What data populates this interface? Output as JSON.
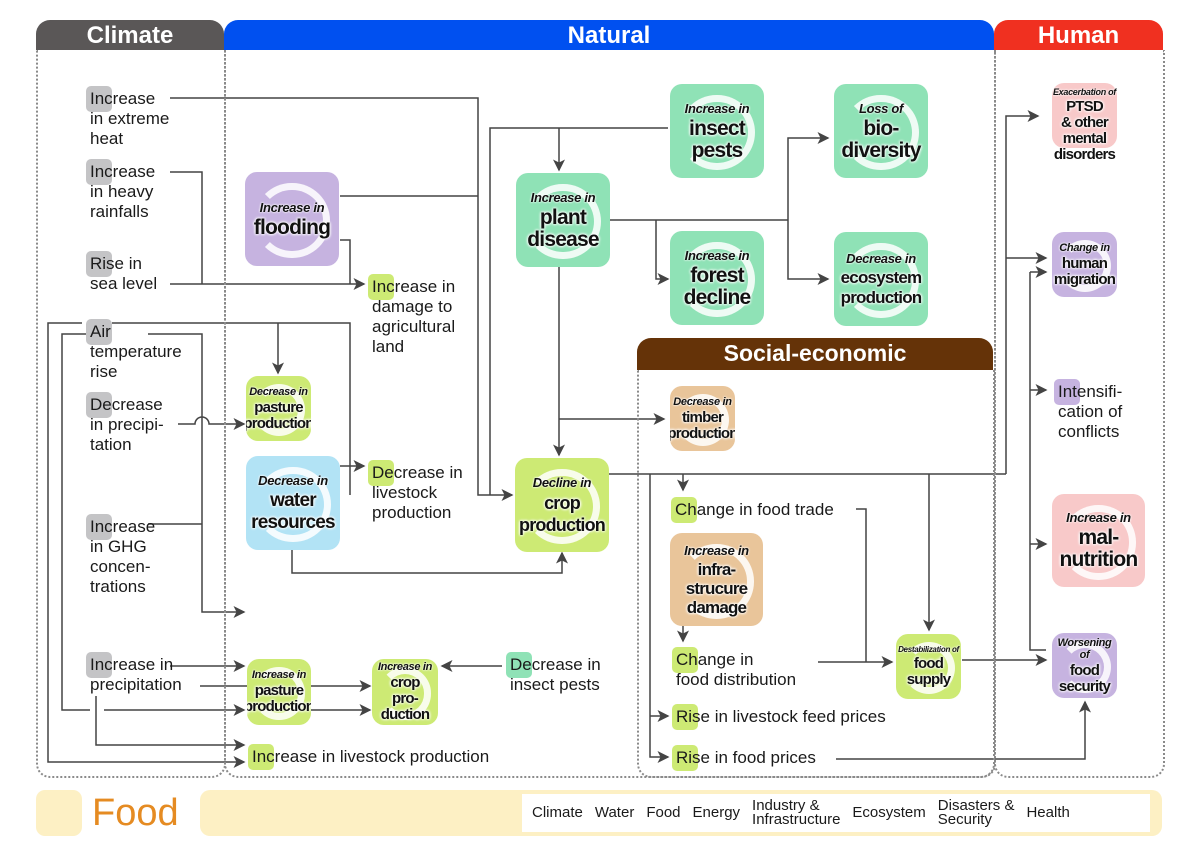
{
  "headers": {
    "climate": "Climate",
    "natural": "Natural",
    "human": "Human",
    "social_economic": "Social-economic"
  },
  "colors": {
    "climate_header": "#5a5756",
    "natural_header": "#0050f0",
    "human_header": "#f03020",
    "social_header": "#653308",
    "climate": "#c4c4c6",
    "water": "#b2e3f5",
    "food": "#cdea74",
    "energy": "#f8f7a0",
    "industry": "#e9c59a",
    "ecosystem": "#8fe2b6",
    "disasters": "#c6b3e0",
    "health": "#f8c9c9",
    "food_band": "#fdf0c4",
    "food_text": "#e58b22",
    "line": "#444444"
  },
  "climate_drivers": [
    {
      "id": "extreme-heat",
      "text": "Increase\nin extreme\nheat"
    },
    {
      "id": "heavy-rainfalls",
      "text": "Increase\nin heavy\nrainfalls"
    },
    {
      "id": "sea-level",
      "text": "Rise in\nsea level"
    },
    {
      "id": "air-temp",
      "text": "Air\ntemperature\nrise"
    },
    {
      "id": "decrease-precip",
      "text": "Decrease\nin precipi-\ntation"
    },
    {
      "id": "ghg",
      "text": "Increase\nin GHG\nconcen-\ntrations"
    },
    {
      "id": "increase-precip",
      "text": "Increase in\nprecipitation"
    }
  ],
  "impact_nodes": [
    {
      "id": "flooding",
      "prefix": "Increase in",
      "main": "flooding",
      "category": "disasters"
    },
    {
      "id": "insect-pests",
      "prefix": "Increase in",
      "main": "insect\npests",
      "category": "ecosystem"
    },
    {
      "id": "biodiversity",
      "prefix": "Loss of",
      "main": "bio-\ndiversity",
      "category": "ecosystem"
    },
    {
      "id": "plant-disease",
      "prefix": "Increase in",
      "main": "plant\ndisease",
      "category": "ecosystem"
    },
    {
      "id": "forest-decline",
      "prefix": "Increase in",
      "main": "forest\ndecline",
      "category": "ecosystem"
    },
    {
      "id": "ecosystem-production",
      "prefix": "Decrease in",
      "main": "ecosystem\nproduction",
      "category": "ecosystem"
    },
    {
      "id": "pasture-decrease",
      "prefix": "Decrease in",
      "main": "pasture\nproduction",
      "category": "food"
    },
    {
      "id": "water-resources",
      "prefix": "Decrease in",
      "main": "water\nresources",
      "category": "water"
    },
    {
      "id": "crop-decline",
      "prefix": "Decline in",
      "main": "crop\nproduction",
      "category": "food"
    },
    {
      "id": "pasture-increase",
      "prefix": "Increase in",
      "main": "pasture\nproduction",
      "category": "food"
    },
    {
      "id": "crop-increase",
      "prefix": "Increase in",
      "main": "crop\npro-\nduction",
      "category": "food"
    },
    {
      "id": "timber",
      "prefix": "Decrease in",
      "main": "timber\nproduction",
      "category": "industry"
    },
    {
      "id": "infrastructure",
      "prefix": "Increase in",
      "main": "infra-\nstrucure\ndamage",
      "category": "industry"
    },
    {
      "id": "food-supply",
      "prefix": "Destabilization of",
      "main": "food\nsupply",
      "category": "food"
    },
    {
      "id": "ptsd",
      "prefix": "Exacerbation of",
      "main": "PTSD\n& other\nmental\ndisorders",
      "category": "health"
    },
    {
      "id": "migration",
      "prefix": "Change in",
      "main": "human\nmigration",
      "category": "disasters"
    },
    {
      "id": "malnutrition",
      "prefix": "Increase in",
      "main": "mal-\nnutrition",
      "category": "health"
    },
    {
      "id": "food-security",
      "prefix": "Worsening of",
      "main": "food\nsecurity",
      "category": "disasters"
    }
  ],
  "text_nodes": [
    {
      "id": "ag-land",
      "text": "Increase in\ndamage to\nagricultural\nland",
      "category": "food"
    },
    {
      "id": "livestock-decrease",
      "text": "Decrease in\nlivestock\nproduction",
      "category": "food"
    },
    {
      "id": "insect-decrease",
      "text": "Decrease in\ninsect pests",
      "category": "ecosystem"
    },
    {
      "id": "livestock-increase",
      "text": "Increase in livestock production",
      "category": "food"
    },
    {
      "id": "food-trade",
      "text": "Change in food trade",
      "category": "food"
    },
    {
      "id": "food-distribution",
      "text": "Change in\nfood distribution",
      "category": "food"
    },
    {
      "id": "feed-prices",
      "text": "Rise in livestock feed prices",
      "category": "food"
    },
    {
      "id": "food-prices",
      "text": "Rise in food prices",
      "category": "food"
    },
    {
      "id": "conflicts",
      "text": "Intensifi-\ncation of\nconflicts",
      "category": "disasters"
    }
  ],
  "footer": {
    "title": "Food",
    "legend": [
      {
        "label": "Climate",
        "key": "climate"
      },
      {
        "label": "Water",
        "key": "water"
      },
      {
        "label": "Food",
        "key": "food"
      },
      {
        "label": "Energy",
        "key": "energy"
      },
      {
        "label": "Industry &\nInfrastructure",
        "key": "industry"
      },
      {
        "label": "Ecosystem",
        "key": "ecosystem"
      },
      {
        "label": "Disasters &\nSecurity",
        "key": "disasters"
      },
      {
        "label": "Health",
        "key": "health"
      }
    ]
  }
}
